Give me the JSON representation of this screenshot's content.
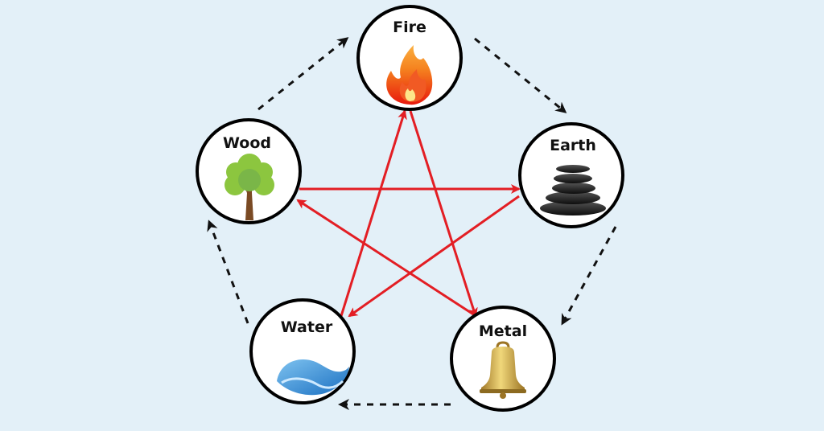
{
  "diagram": {
    "type": "five-elements-cycle",
    "colors": {
      "background": "#e3f0f8",
      "node_border": "#000000",
      "node_fill": "#ffffff",
      "generating_cycle": "#111111",
      "controlling_cycle": "#e31e24"
    },
    "nodes": [
      {
        "id": "fire",
        "label": "Fire",
        "icon": "flame-icon"
      },
      {
        "id": "earth",
        "label": "Earth",
        "icon": "stacked-stones-icon"
      },
      {
        "id": "metal",
        "label": "Metal",
        "icon": "bell-icon"
      },
      {
        "id": "water",
        "label": "Water",
        "icon": "wave-icon"
      },
      {
        "id": "wood",
        "label": "Wood",
        "icon": "tree-icon"
      }
    ],
    "generating_edges": [
      {
        "from": "fire",
        "to": "earth"
      },
      {
        "from": "earth",
        "to": "metal"
      },
      {
        "from": "metal",
        "to": "water"
      },
      {
        "from": "water",
        "to": "wood"
      },
      {
        "from": "wood",
        "to": "fire"
      }
    ],
    "controlling_edges": [
      {
        "from": "fire",
        "to": "metal"
      },
      {
        "from": "metal",
        "to": "wood"
      },
      {
        "from": "wood",
        "to": "earth"
      },
      {
        "from": "earth",
        "to": "water"
      },
      {
        "from": "water",
        "to": "fire"
      }
    ]
  }
}
